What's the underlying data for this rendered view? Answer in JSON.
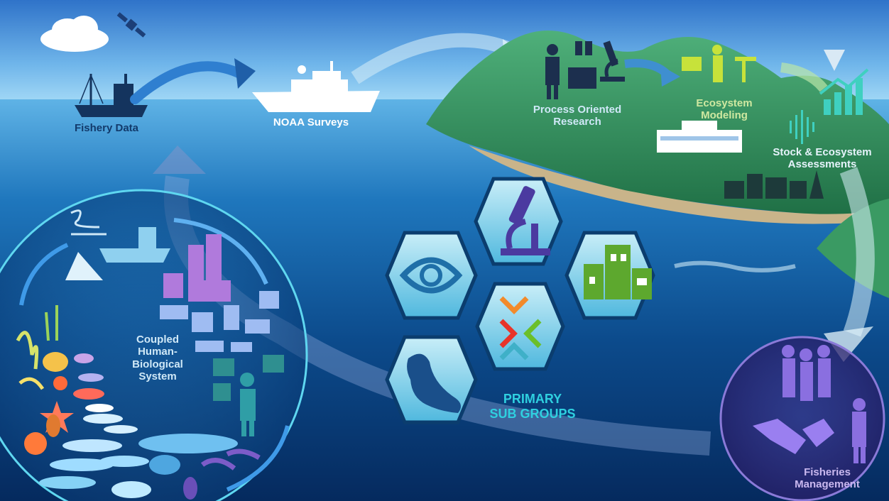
{
  "labels": {
    "fishery_data": "Fishery Data",
    "noaa_surveys": "NOAA Surveys",
    "process_research_line1": "Process Oriented",
    "process_research_line2": "Research",
    "ecosystem_modeling_line1": "Ecosystem",
    "ecosystem_modeling_line2": "Modeling",
    "assessments_line1": "Stock & Ecosystem",
    "assessments_line2": "Assessments",
    "coupled_line1": "Coupled",
    "coupled_line2": "Human-",
    "coupled_line3": "Biological",
    "coupled_line4": "System",
    "primary_line1": "PRIMARY",
    "primary_line2": "SUB GROUPS",
    "management_line1": "Fisheries",
    "management_line2": "Management"
  },
  "hexagons": [
    {
      "id": "observation",
      "icon": "eye-icon",
      "color": "#1f6fa8"
    },
    {
      "id": "research",
      "icon": "microscope-icon",
      "color": "#4b3aa0"
    },
    {
      "id": "human-communities",
      "icon": "buildings-icon",
      "color": "#5da82e"
    },
    {
      "id": "integration",
      "icon": "converging-arrows-icon",
      "color": "#e8541f"
    },
    {
      "id": "protected-species",
      "icon": "seal-icon",
      "color": "#1a4f8a"
    }
  ],
  "colors": {
    "sky_top": "#2f73c9",
    "sky_bottom": "#9fd6f6",
    "ocean_deep": "#062b63",
    "ocean_mid": "#0f5aa0",
    "island_green": "#2f8f55",
    "hexagon_fill": "#7ccfe6",
    "hexagon_border": "#0b3d6e",
    "label_dark": "#123a6b",
    "label_light": "#cfe8f7",
    "label_purple": "#b9a6e6"
  }
}
